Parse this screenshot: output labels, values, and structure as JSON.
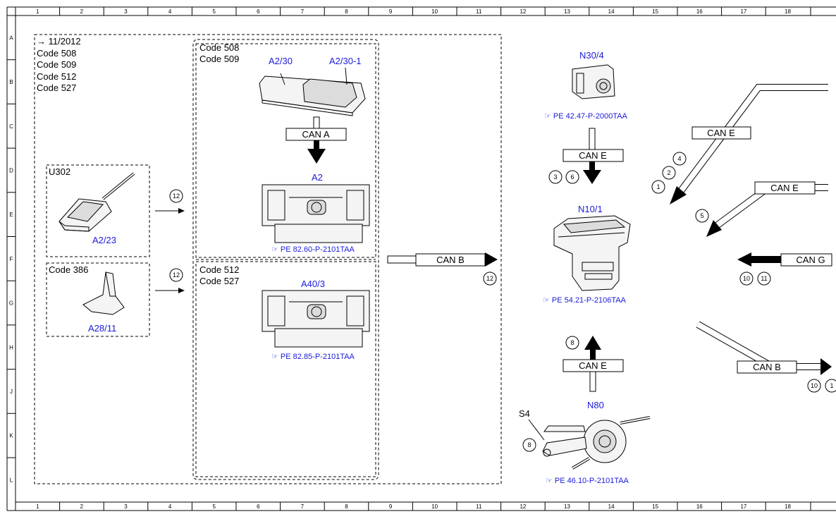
{
  "grid": {
    "columns": [
      "1",
      "2",
      "3",
      "4",
      "5",
      "6",
      "7",
      "8",
      "9",
      "10",
      "11",
      "12",
      "13",
      "14",
      "15",
      "16",
      "17",
      "18"
    ],
    "rows": [
      "A",
      "B",
      "C",
      "D",
      "E",
      "F",
      "G",
      "H",
      "J",
      "K",
      "L"
    ]
  },
  "header_block": {
    "date_note": "→ 11/2012",
    "codes": [
      "Code 508",
      "Code 509",
      "Code 512",
      "Code 527"
    ]
  },
  "antenna_box": {
    "title": "U302",
    "label": "A2/23",
    "circle": "12"
  },
  "antenna_fin_box": {
    "title": "Code 386",
    "label": "A28/11",
    "circle": "12"
  },
  "upper_group": {
    "codes": [
      "Code 508",
      "Code 509"
    ],
    "labels": {
      "drive": "A2/30",
      "drive_b": "A2/30-1",
      "can": "CAN A",
      "head_unit": "A2"
    },
    "ref": "PE 82.60-P-2101TAA"
  },
  "lower_group": {
    "codes": [
      "Code 512",
      "Code 527"
    ],
    "labels": {
      "head_unit": "A40/3"
    },
    "ref": "PE 82.85-P-2101TAA"
  },
  "canb_main": {
    "label": "CAN B",
    "circle": "12"
  },
  "camera": {
    "label": "N30/4",
    "ref": "PE 42.47-P-2000TAA",
    "can": "CAN E",
    "circles": [
      "3",
      "6"
    ]
  },
  "sam": {
    "label": "N10/1",
    "ref": "PE 54.21-P-2106TAA"
  },
  "steering": {
    "label": "N80",
    "switch": "S4",
    "can": "CAN E",
    "circles": [
      "8",
      "8"
    ],
    "ref": "PE 46.10-P-2101TAA"
  },
  "right_side": {
    "cane_top": "CAN E",
    "circles_top": [
      "4",
      "2",
      "1"
    ],
    "cane_mid": "CAN E",
    "circle_mid": "5",
    "cang": "CAN G",
    "circles_g": [
      "10",
      "11"
    ],
    "canb": "CAN B",
    "circles_b": [
      "10",
      "1"
    ]
  }
}
